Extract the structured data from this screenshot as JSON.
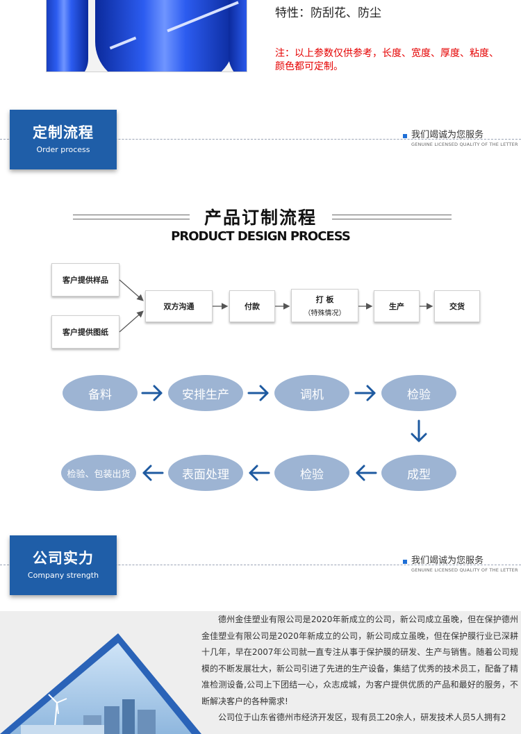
{
  "product": {
    "feature": "特性：防刮花、防尘",
    "note": "注：以上参数仅供参考，长度、宽度、厚度、粘度、颜色都可定制。"
  },
  "section1": {
    "tab_cn": "定制流程",
    "tab_en": "Order process",
    "right_cn": "我们竭诚为您服务",
    "right_en": "GENUINE LICENSED QUALITY OF THE LETTER"
  },
  "process": {
    "title": "产品订制流程",
    "subtitle": "PRODUCT DESIGN PROCESS",
    "boxes": {
      "sample": "客户提供样品",
      "drawing": "客户提供图纸",
      "communicate": "双方沟通",
      "payment": "付款",
      "proof": "打 板",
      "proof_note": "（特殊情况）",
      "produce": "生产",
      "deliver": "交货"
    },
    "steps": {
      "s1": "备料",
      "s2": "安排生产",
      "s3": "调机",
      "s4": "检验",
      "s5": "成型",
      "s6": "检验",
      "s7": "表面处理",
      "s8": "检验、包装出货"
    },
    "arrow_color": "#1e5aa0",
    "ellipse_color": "#9db4d3"
  },
  "section2": {
    "tab_cn": "公司实力",
    "tab_en": "Company strength",
    "right_cn": "我们竭诚为您服务",
    "right_en": "GENUINE LICENSED QUALITY OF THE LETTER"
  },
  "company": {
    "para1": "德州金佳塑业有限公司是2020年新成立的公司，新公司成立虽晚，但在保护德州金佳塑业有限公司是2020年新成立的公司，新公司成立虽晚，但在保护膜行业已深耕十几年，早在2007年公司就一直专注从事于保护膜的研发、生产与销售。随着公司规模的不断发展壮大，新公司引进了先进的生产设备，集结了优秀的技术员工，配备了精准检测设备,公司上下团结一心，众志成城，为客户提供优质的产品和最好的服务，不断解决客户的各种需求!",
    "para2": "公司位于山东省德州市经济开发区，现有员工20余人，研发技术人员5人拥有2"
  },
  "colors": {
    "brand_blue": "#1f5ea8",
    "note_red": "#e50000"
  }
}
